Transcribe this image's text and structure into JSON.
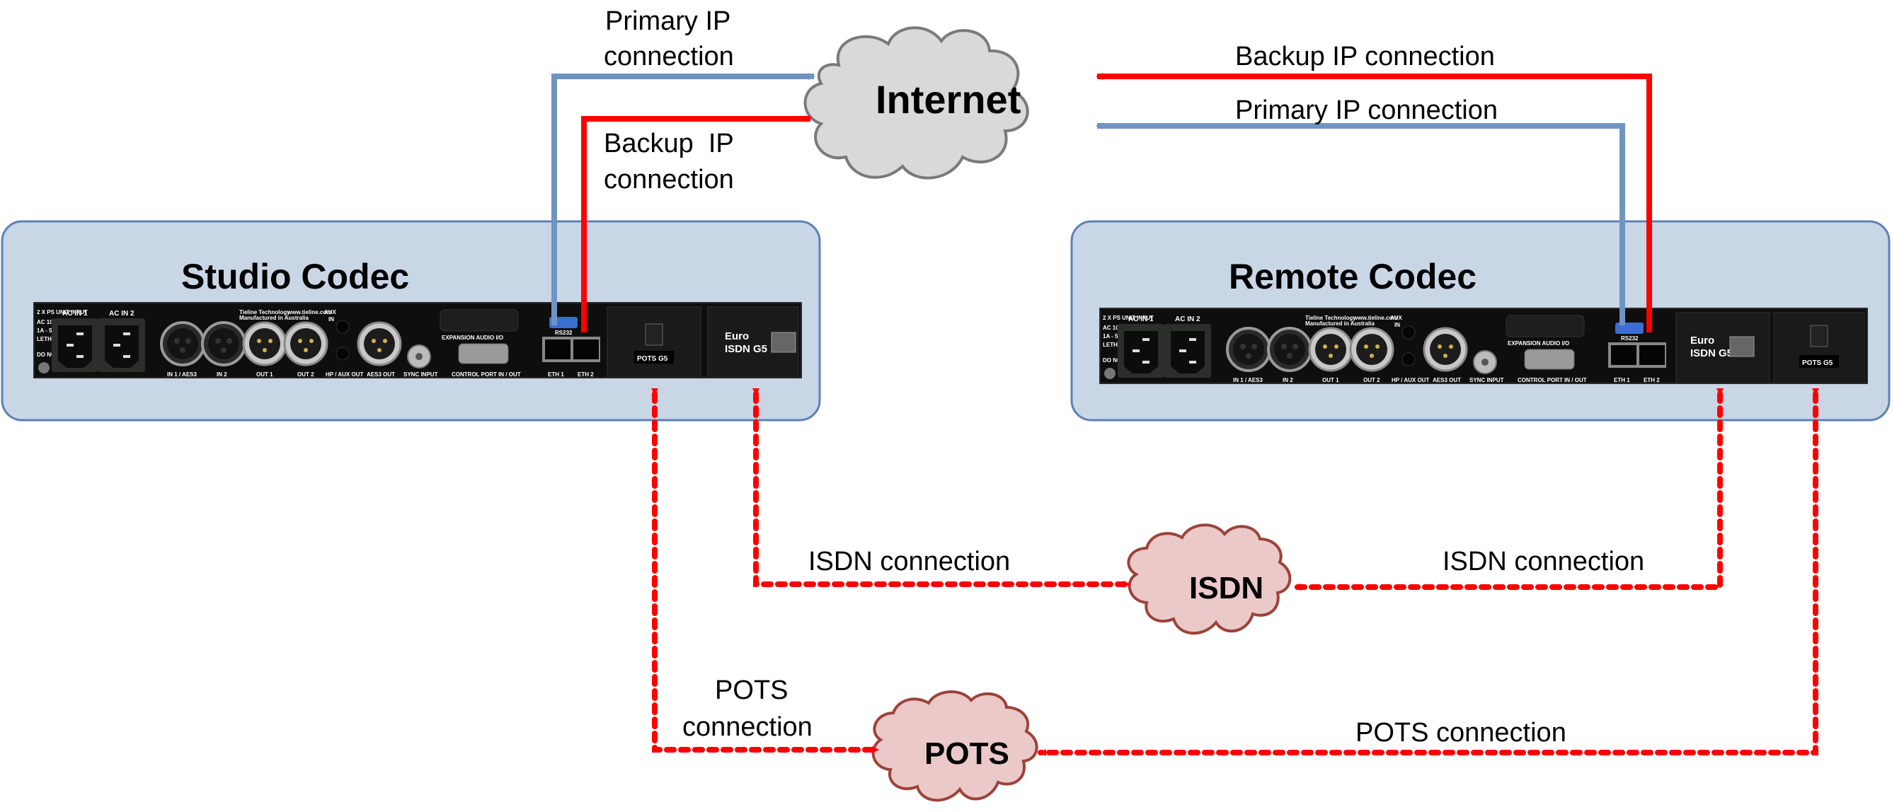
{
  "colors": {
    "primary_ip": "#7094c2",
    "backup_ip": "#ff0000",
    "dashed": "#ff0000",
    "codec_box_fill": "#c9d6e6",
    "codec_box_stroke": "#5b82b5",
    "internet_fill": "#d9d9d9",
    "internet_stroke": "#7a7a7a",
    "pstn_fill": "#ecc9c9",
    "pstn_stroke": "#9c4339"
  },
  "clouds": {
    "internet": "Internet",
    "isdn": "ISDN",
    "pots": "POTS"
  },
  "codecs": {
    "studio": {
      "title": "Studio Codec"
    },
    "remote": {
      "title": "Remote Codec"
    }
  },
  "panel": {
    "brand": "Tieline Technology",
    "brand_sub": "Manufactured in Australia",
    "website": "www.tieline.com",
    "ps_labels": [
      "2 X PS UNIT INPUT",
      "AC 100-240",
      "1A - 50-60Hz",
      "LETHAL VOLTAGES INSIDE",
      "DO NOT OPEN"
    ],
    "ports": {
      "ac_in_1": "AC IN 1",
      "ac_in_2": "AC IN 2",
      "in1_aes3": "IN 1 / AES3",
      "in2": "IN 2",
      "out1": "OUT 1",
      "out2": "OUT 2",
      "aux_in_1": "AUX",
      "aux_in_2": "IN",
      "hp_aux_out": "HP / AUX OUT",
      "aes3_out": "AES3 OUT",
      "sync_input": "SYNC INPUT",
      "expansion": "EXPANSION AUDIO I/O",
      "control_port": "CONTROL PORT IN / OUT",
      "rs232": "RS232",
      "eth1": "ETH 1",
      "eth2": "ETH 2"
    },
    "modules": {
      "pots": "POTS G5",
      "isdn_1": "Euro",
      "isdn_2": "ISDN G5"
    }
  },
  "connections": {
    "studio_primary_ip": [
      "Primary IP",
      "connection"
    ],
    "studio_backup_ip": [
      "Backup  IP",
      "connection"
    ],
    "remote_backup_ip": "Backup IP connection",
    "remote_primary_ip": "Primary IP connection",
    "studio_isdn": "ISDN connection",
    "remote_isdn": "ISDN connection",
    "studio_pots": [
      "POTS",
      "connection"
    ],
    "remote_pots": "POTS connection"
  }
}
